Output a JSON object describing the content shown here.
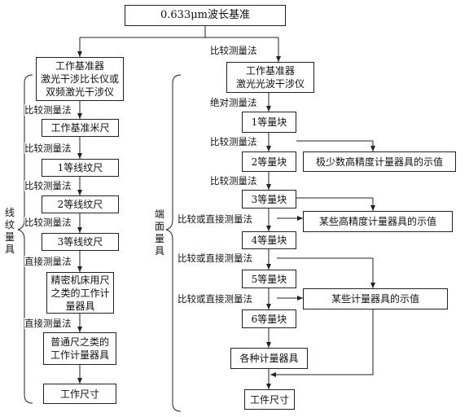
{
  "top": {
    "title": "0.633μm波长基准"
  },
  "left": {
    "root": [
      "工作基准器",
      "激光干涉比长仪或",
      "双频激光干涉仪"
    ],
    "m1": "比较测量法",
    "b1": "工作基准米尺",
    "m2": "比较测量法",
    "b2": "1等线纹尺",
    "m3": "比较测量法",
    "b3": "2等线纹尺",
    "m4": "比较测量法",
    "b4": "3等线纹尺",
    "m5": "直接测量法",
    "b5": [
      "精密机床用尺",
      "之类的工作计",
      "量器具"
    ],
    "m6": "直接测量法",
    "b6": [
      "普通尺之类的",
      "工作计量器具"
    ],
    "b7": "工作尺寸",
    "group": [
      "线",
      "纹",
      "量",
      "具"
    ]
  },
  "right": {
    "m0": "比较测量法",
    "root": [
      "工作基准器",
      "激光光波干涉仪"
    ],
    "m1": "绝对测量法",
    "b1": "1等量块",
    "m2": "比较测量法",
    "b2": "2等量块",
    "side1": "极少数高精度计量器具的示值",
    "m3": "比较测量法",
    "b3": "3等量块",
    "m4": "比较或直接测量法",
    "side2": "某些高精度计量器具的示值",
    "b4": "4等量块",
    "m5": "比较或直接测量法",
    "b5": "5等量块",
    "m6": "比较或直接测量法",
    "side3": "某些计量器具的示值",
    "b6": "6等量块",
    "b7": "各种计量器具",
    "b8": "工件尺寸",
    "group": [
      "端",
      "面",
      "量",
      "具"
    ]
  }
}
